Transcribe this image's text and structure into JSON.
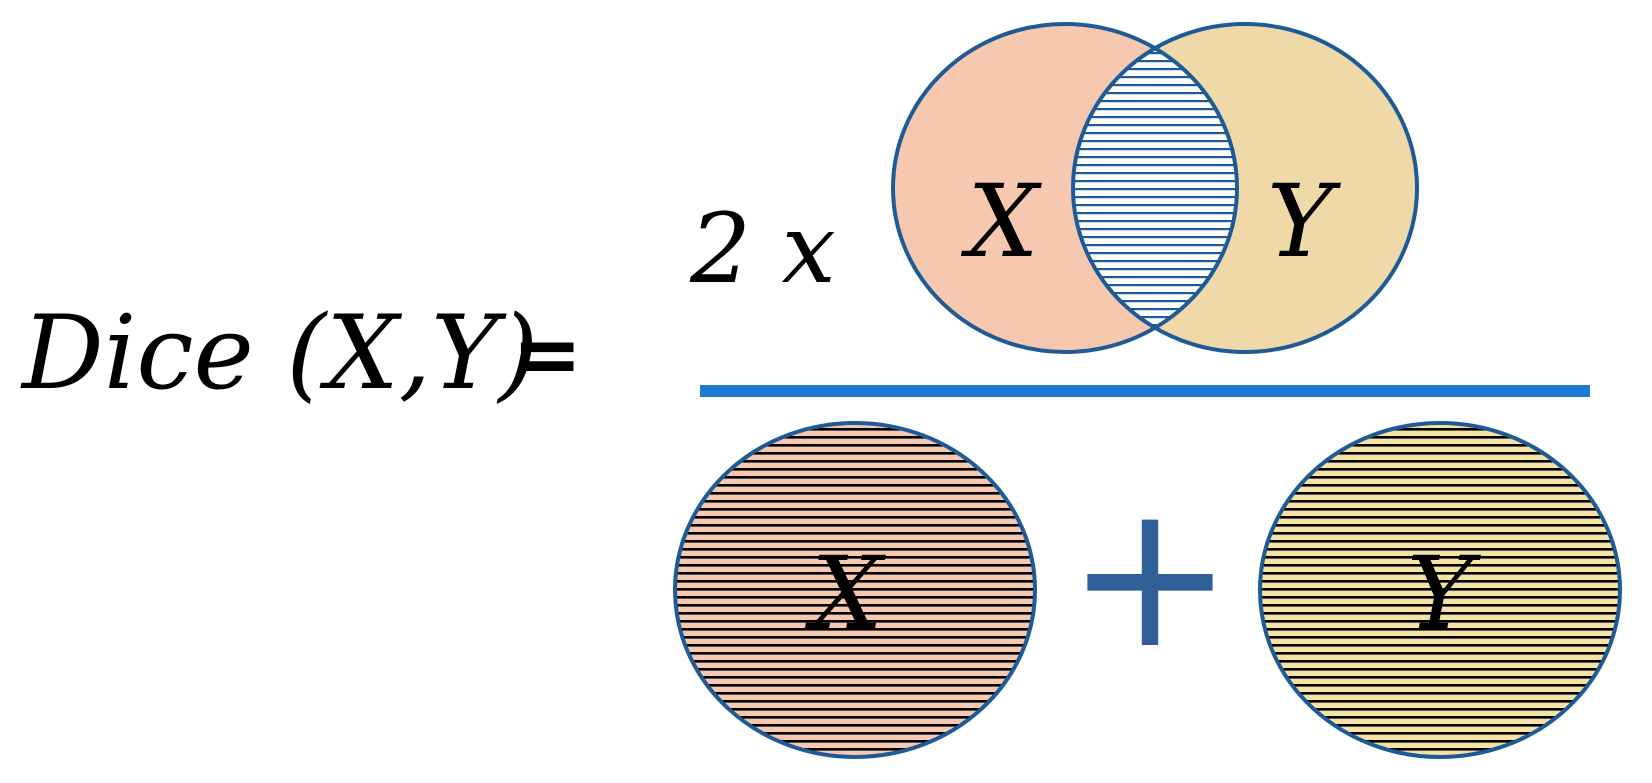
{
  "formula": {
    "lhs": "Dice (X,Y)",
    "equals": "=",
    "multiplier": "2 x",
    "plus": "+"
  },
  "sets": {
    "x_label": "X",
    "y_label": "Y"
  },
  "colors": {
    "set_x_fill": "#f7c8b0",
    "set_y_fill": "#efd9a8",
    "circle_stroke": "#1e5a96",
    "intersection_lines": "#1e5a96",
    "fraction_bar": "#1f78d1",
    "plus_sign": "#2e5f96",
    "hatch_lines": "#000000"
  }
}
